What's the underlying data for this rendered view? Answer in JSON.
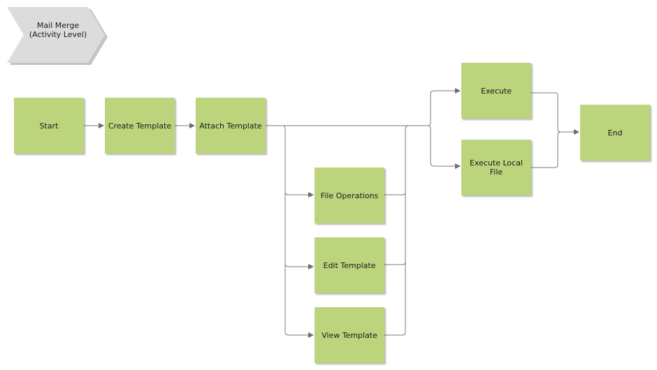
{
  "header": {
    "line1": "Mail Merge",
    "line2": "(Activity Level)"
  },
  "nodes": {
    "start": "Start",
    "create_template": "Create Template",
    "attach_template": "Attach Template",
    "file_operations": "File Operations",
    "edit_template": "Edit Template",
    "view_template": "View Template",
    "execute": "Execute",
    "execute_local_file": "Execute Local File",
    "end": "End"
  },
  "colors": {
    "node_fill": "#bcd47b",
    "header_fill": "#dcdcdc",
    "connector": "#7a7a7a"
  }
}
